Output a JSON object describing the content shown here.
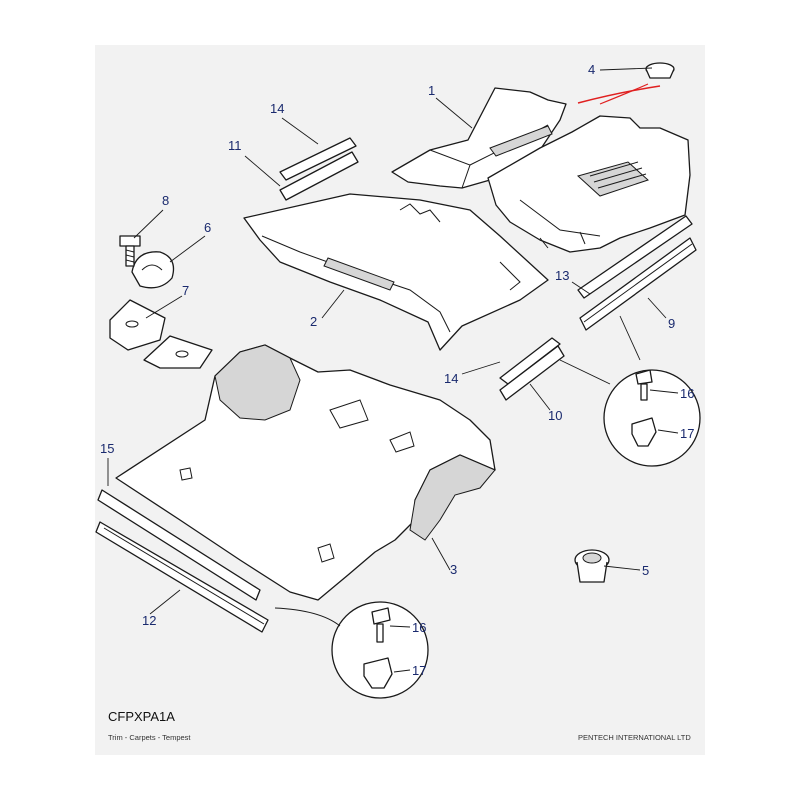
{
  "diagram": {
    "code": "CFPXPA1A",
    "caption": "Trim - Carpets - Tempest",
    "credit": "PENTECH INTERNATIONAL LTD",
    "callouts": [
      "1",
      "2",
      "3",
      "4",
      "5",
      "6",
      "7",
      "8",
      "9",
      "10",
      "11",
      "12",
      "13",
      "14",
      "14",
      "15",
      "16",
      "16",
      "17",
      "17"
    ],
    "highlight_color": "#e02020",
    "label_color": "#1a2a6e"
  }
}
